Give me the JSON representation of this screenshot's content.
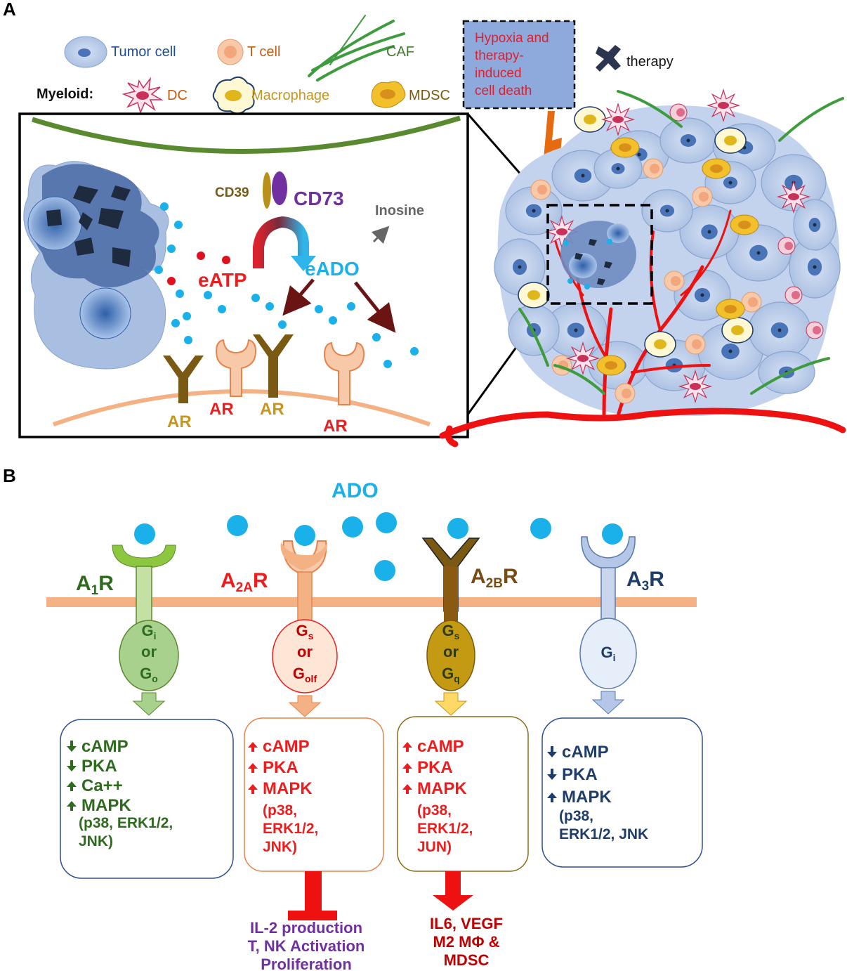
{
  "panel_a": {
    "label": "A",
    "legend": {
      "tumor_cell": "Tumor cell",
      "t_cell": "T cell",
      "caf": "CAF",
      "myeloid": "Myeloid:",
      "dc": "DC",
      "macrophage": "Macrophage",
      "mdsc": "MDSC",
      "therapy": "therapy"
    },
    "hypoxia_box": [
      "Hypoxia and",
      "therapy-",
      "induced",
      "cell death"
    ],
    "inset": {
      "cd39": "CD39",
      "cd73": "CD73",
      "inosine": "Inosine",
      "eatp": "eATP",
      "eado": "eADO",
      "ar_labels": [
        "AR",
        "AR",
        "AR",
        "AR"
      ]
    }
  },
  "panel_b": {
    "label": "B",
    "ado": "ADO",
    "receptors": [
      {
        "name": "A",
        "sub": "1",
        "suffix": "R",
        "gprotein": [
          [
            "G",
            "i"
          ],
          [
            "or",
            ""
          ],
          [
            "G",
            "o"
          ]
        ],
        "effects": [
          [
            "down",
            "cAMP"
          ],
          [
            "down",
            "PKA"
          ],
          [
            "up",
            "Ca++"
          ],
          [
            "up",
            "MAPK"
          ]
        ],
        "detail": [
          "(p38, ERK1/2,",
          "JNK)"
        ]
      },
      {
        "name": "A",
        "sub": "2A",
        "suffix": "R",
        "gprotein": [
          [
            "G",
            "s"
          ],
          [
            "or",
            ""
          ],
          [
            "G",
            "olf"
          ]
        ],
        "effects": [
          [
            "up",
            "cAMP"
          ],
          [
            "up",
            "PKA"
          ],
          [
            "up",
            "MAPK"
          ]
        ],
        "detail": [
          "(p38,",
          "ERK1/2,",
          "JNK)"
        ]
      },
      {
        "name": "A",
        "sub": "2B",
        "suffix": "R",
        "gprotein": [
          [
            "G",
            "s"
          ],
          [
            "or",
            ""
          ],
          [
            "G",
            "q"
          ]
        ],
        "effects": [
          [
            "up",
            "cAMP"
          ],
          [
            "up",
            "PKA"
          ],
          [
            "up",
            "MAPK"
          ]
        ],
        "detail": [
          "(p38,",
          "ERK1/2,",
          "JUN)"
        ]
      },
      {
        "name": "A",
        "sub": "3",
        "suffix": "R",
        "gprotein": [
          [
            "G",
            "i"
          ]
        ],
        "effects": [
          [
            "down",
            "cAMP"
          ],
          [
            "down",
            "PKA"
          ],
          [
            "up",
            "MAPK"
          ]
        ],
        "detail": [
          "(p38,",
          "ERK1/2, JNK"
        ]
      }
    ],
    "outcome_inhibit": [
      "IL-2 production",
      "T, NK Activation",
      "Proliferation"
    ],
    "outcome_promote": [
      "IL6, VEGF",
      "M2 MΦ &",
      "MDSC"
    ]
  },
  "colors": {
    "a1": "#2e6b1f",
    "a2a": "#ee1c1c",
    "a2b": "#7a4a14",
    "a3": "#1f3d6b",
    "ado_dot": "#1ab0ea",
    "membrane": "#f4b183",
    "outcome_purple": "#7030a0",
    "vessel": "#ee1111"
  }
}
